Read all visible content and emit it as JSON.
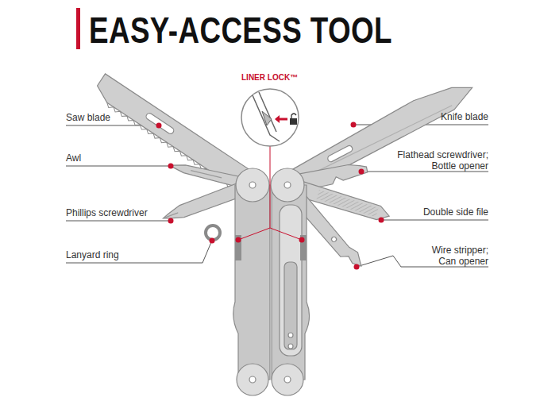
{
  "diagram": {
    "title": "EASY-ACCESS TOOL",
    "labels": [
      "LINER LOCK™",
      "Saw blade",
      "Awl",
      "Phillips screwdriver",
      "Lanyard ring",
      "Knife blade",
      "Flathead screwdriver; Bottle opener",
      "Double side file",
      "Wire stripper; Can opener"
    ]
  }
}
